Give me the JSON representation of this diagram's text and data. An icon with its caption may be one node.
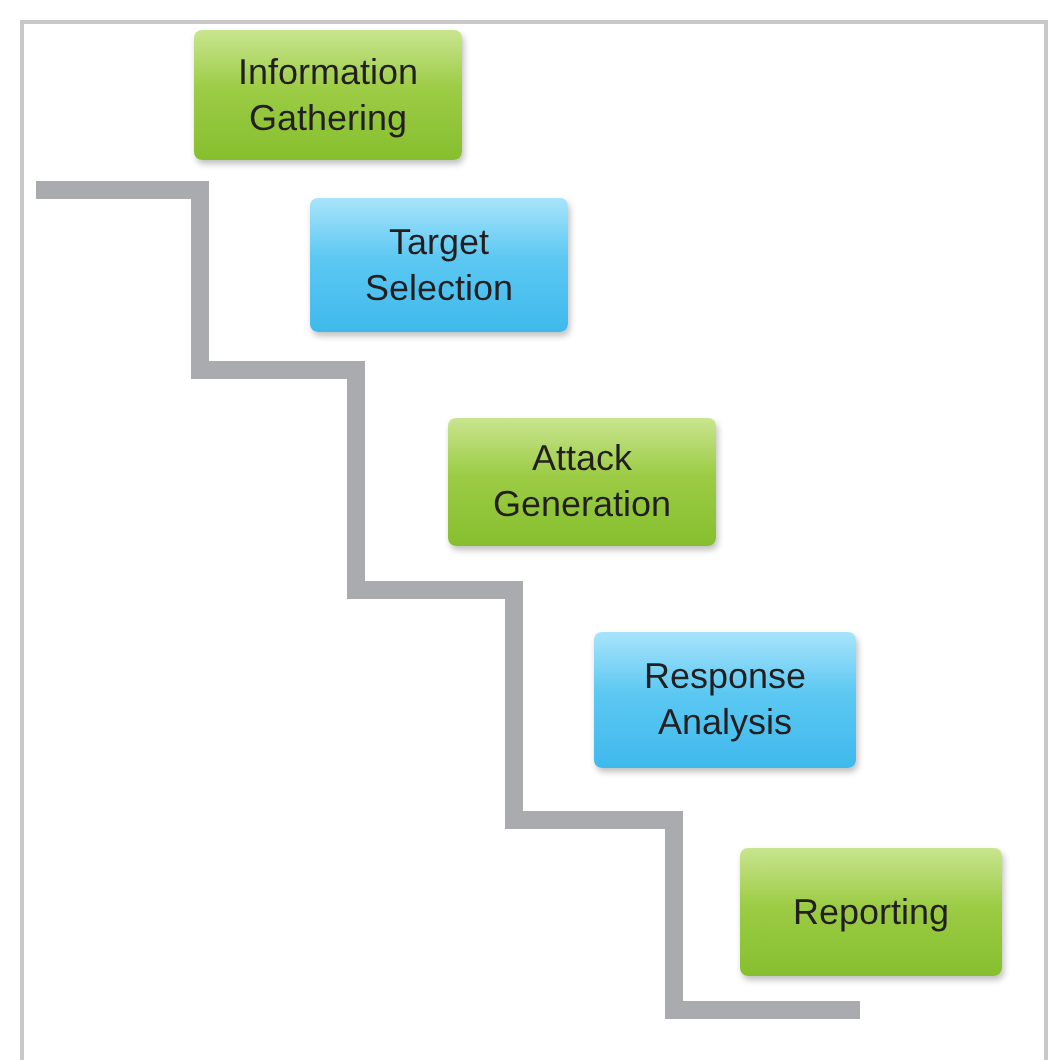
{
  "diagram": {
    "nodes": [
      {
        "text": [
          "Information Gathering"
        ]
      },
      {
        "text": [
          "Target Selection"
        ]
      },
      {
        "text": [
          "Attack Generation"
        ]
      },
      {
        "text": [
          "Response Analysis"
        ]
      },
      {
        "text": [
          "Reporting"
        ]
      }
    ]
  }
}
